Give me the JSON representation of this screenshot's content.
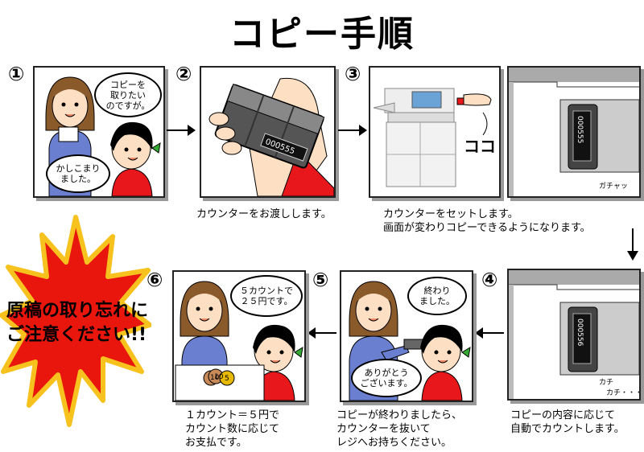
{
  "title": "コピー手順",
  "steps": {
    "s1": {
      "num": "①",
      "bubble_a": "コピーを\n取りたい\nのですが。",
      "bubble_b": "かしこまり\nました。"
    },
    "s2": {
      "num": "②",
      "caption": "カウンターをお渡しします。",
      "counter_text": "000555"
    },
    "s3": {
      "num": "③",
      "caption": "カウンターをセットします。\n画面が変わりコピーできるようになります。",
      "koko": "ココ",
      "counter_text": "000555",
      "sound": "ガチャッ"
    },
    "s4": {
      "num": "④",
      "caption": "コピーの内容に応じて\n自動でカウントします。",
      "counter_text": "000556",
      "sound": "カチ\n　カチ・・・"
    },
    "s5": {
      "num": "⑤",
      "caption": "コピーが終わりましたら、\nカウンターを抜いて\nレジへお持ちください。",
      "bubble_a": "終わり\nました。",
      "bubble_b": "ありがとう\nございます。"
    },
    "s6": {
      "num": "⑥",
      "caption": "１カウント＝５円で\nカウント数に応じて\nお支払です。",
      "bubble_a": "５カウントで\n２５円です。",
      "coin_a": "10",
      "coin_b": "10",
      "coin_c": "5"
    }
  },
  "warning": {
    "text": "原稿の取り忘れに\nご注意ください!!",
    "color": "#e8160c",
    "border": "#f7c21d"
  }
}
